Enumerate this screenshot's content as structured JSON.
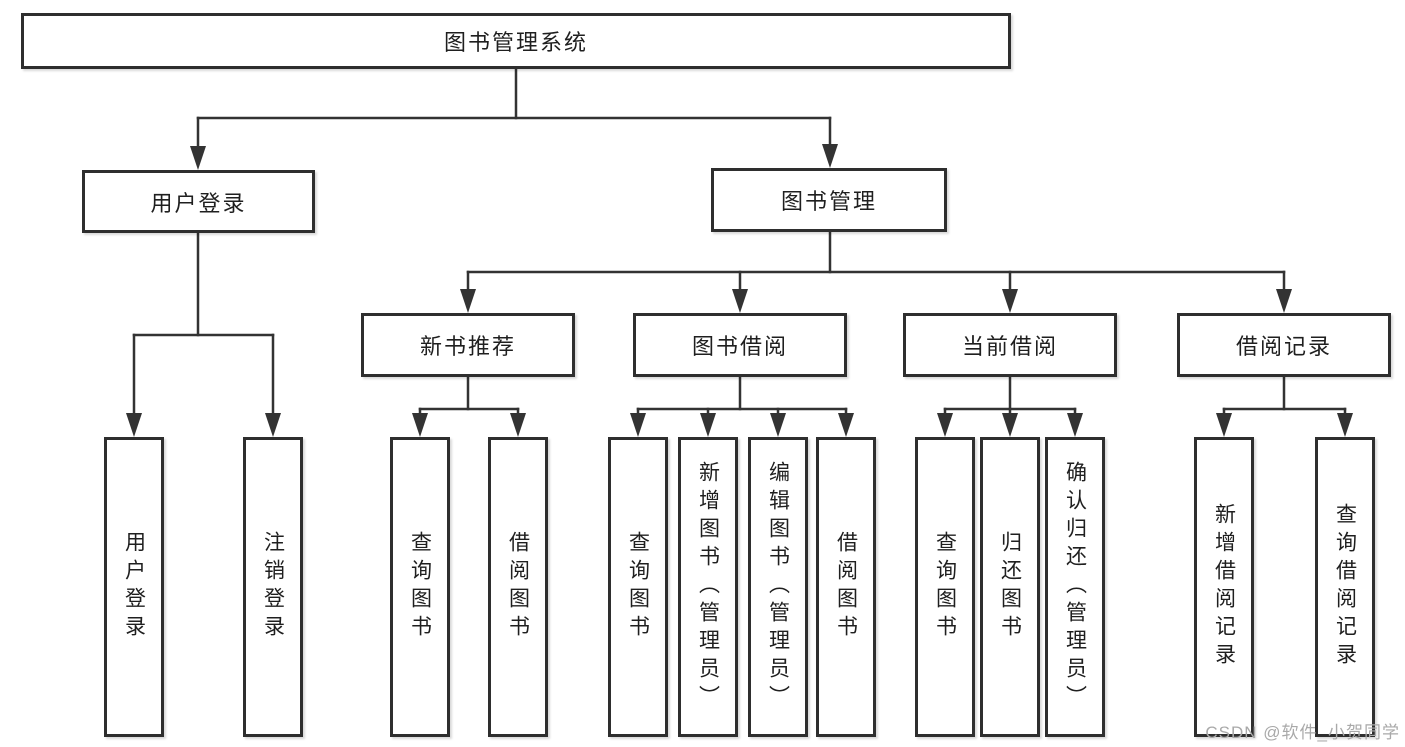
{
  "diagram_type": "hierarchy-tree",
  "tree": {
    "root": {
      "label": "图书管理系统",
      "children": [
        {
          "label": "用户登录",
          "children": [
            {
              "label": "用户登录"
            },
            {
              "label": "注销登录"
            }
          ]
        },
        {
          "label": "图书管理",
          "children": [
            {
              "label": "新书推荐",
              "children": [
                {
                  "label": "查询图书"
                },
                {
                  "label": "借阅图书"
                }
              ]
            },
            {
              "label": "图书借阅",
              "children": [
                {
                  "label": "查询图书"
                },
                {
                  "label": "新增图书（管理员）"
                },
                {
                  "label": "编辑图书（管理员）"
                },
                {
                  "label": "借阅图书"
                }
              ]
            },
            {
              "label": "当前借阅",
              "children": [
                {
                  "label": "查询图书"
                },
                {
                  "label": "归还图书"
                },
                {
                  "label": "确认归还（管理员）"
                }
              ]
            },
            {
              "label": "借阅记录",
              "children": [
                {
                  "label": "新增借阅记录"
                },
                {
                  "label": "查询借阅记录"
                }
              ]
            }
          ]
        }
      ]
    }
  },
  "watermark": {
    "text": "CSDN @软件_小贺同学"
  },
  "colors": {
    "background": "#ffffff",
    "box_border": "#2e2e2e",
    "connector_line": "#333333",
    "text": "#1f1f1f",
    "watermark_text": "#a9a9a9"
  }
}
